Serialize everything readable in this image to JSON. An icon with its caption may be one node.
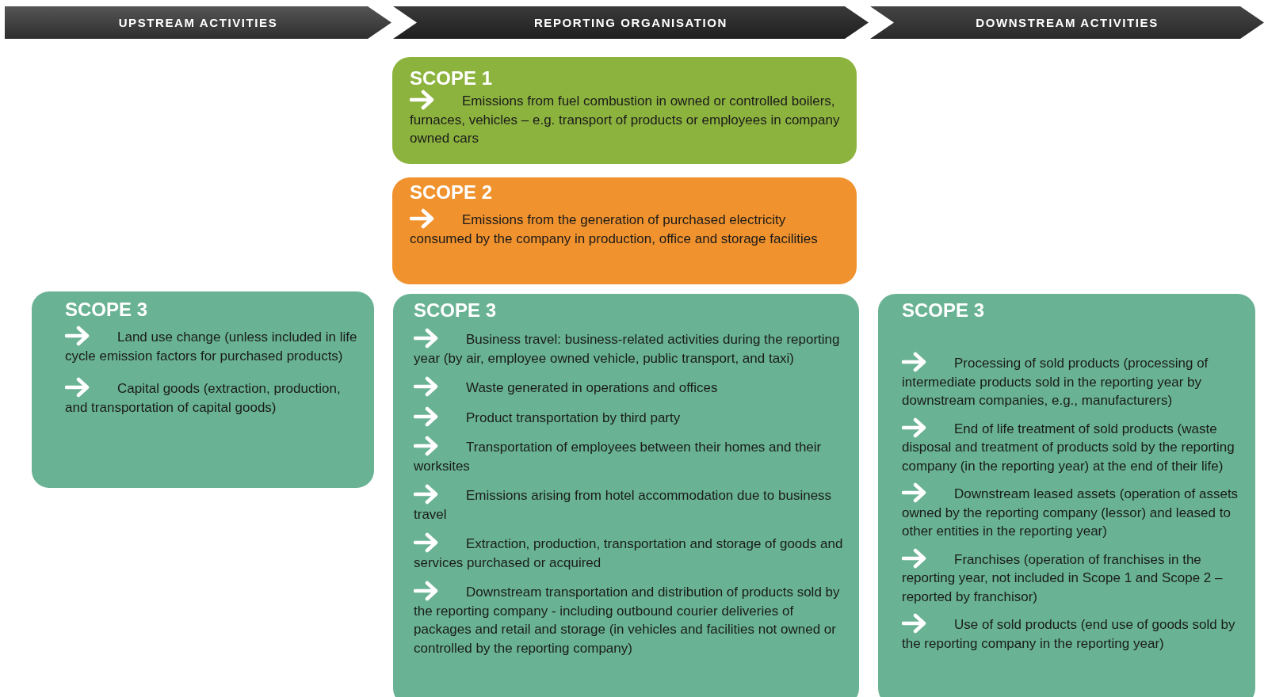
{
  "diagram": {
    "nodes": [
      {
        "text": [
          "UPSTREAM ACTIVITIES"
        ]
      },
      {
        "text": [
          "REPORTING ORGANISATION"
        ]
      },
      {
        "text": [
          "DOWNSTREAM ACTIVITIES"
        ]
      },
      {
        "text": [
          "SCOPE 1",
          "Emissions from fuel combustion in owned or controlled boilers, furnaces, vehicles – e.g. transport of products or employees in company owned cars"
        ]
      },
      {
        "text": [
          "SCOPE 2",
          "Emissions from the generation of purchased electricity consumed by the company in production, office and storage facilities"
        ]
      },
      {
        "text": [
          "SCOPE 3",
          "Land use change  (unless included in life cycle emission factors for  purchased products)",
          "Capital goods (extraction, production, and transportation of capital goods)"
        ]
      },
      {
        "text": [
          "SCOPE 3",
          "Business travel: business-related activities during the reporting year (by air, employee owned vehicle,  public transport, and taxi)",
          "Waste generated in operations and offices",
          "Product transportation by third party",
          "Transportation of employees between their homes and their worksites",
          "Emissions arising from hotel accommodation due to business travel",
          "Extraction, production, transportation and storage of goods and services purchased or acquired",
          "Downstream transportation and distribution of  products sold by the reporting company - including outbound courier deliveries of packages and retail and storage (in vehicles and facilities not owned or controlled by the reporting company)"
        ]
      },
      {
        "text": [
          "SCOPE 3",
          "Processing of sold products (processing of intermediate products sold in the reporting year by downstream companies, e.g., manufacturers)",
          "End of life treatment of sold products (waste disposal and treatment of products sold by the reporting company (in the reporting year) at the end of their life)",
          "Downstream leased assets (operation of assets owned by the reporting company (lessor) and leased to other entities in the reporting year)",
          "Franchises (operation of franchises in the reporting year, not included in Scope 1 and Scope 2 – reported by franchisor)",
          "Use of sold products (end use of goods sold by the reporting company in the reporting year)"
        ]
      }
    ]
  }
}
